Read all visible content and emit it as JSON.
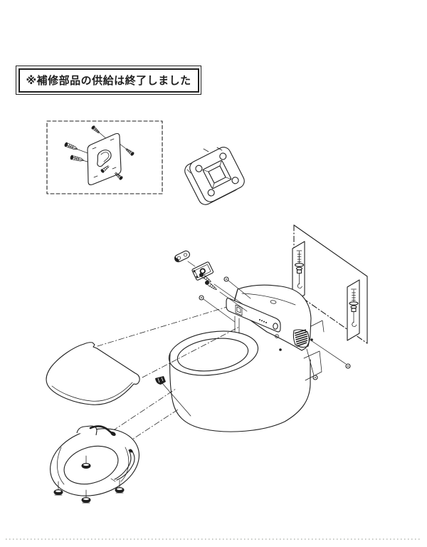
{
  "notice": {
    "text": "※補修部品の供給は終了しました"
  },
  "colors": {
    "background": "#ffffff",
    "line": "#1f1f1f",
    "dark_fill": "#1f1f1f",
    "footer_divider": "#b4b8b2"
  },
  "footer": {
    "divider": "dotted-line"
  },
  "diagram": {
    "type": "exploded-parts-diagram",
    "subject": "toilet with washlet unit, mounting hardware and seat parts",
    "parts": [
      "wall-mount-bracket-with-screws",
      "square-flange-plate",
      "mounting-clip",
      "small-mounting-plate",
      "mounting-screws",
      "washlet-main-unit",
      "side-grille",
      "toilet-bowl",
      "fixing-bolt-panels",
      "floor-fixing-bolts",
      "seat-lid",
      "lid-damper-cap",
      "seat-ring",
      "seat-bumper-feet",
      "seat-ring-hose"
    ]
  }
}
